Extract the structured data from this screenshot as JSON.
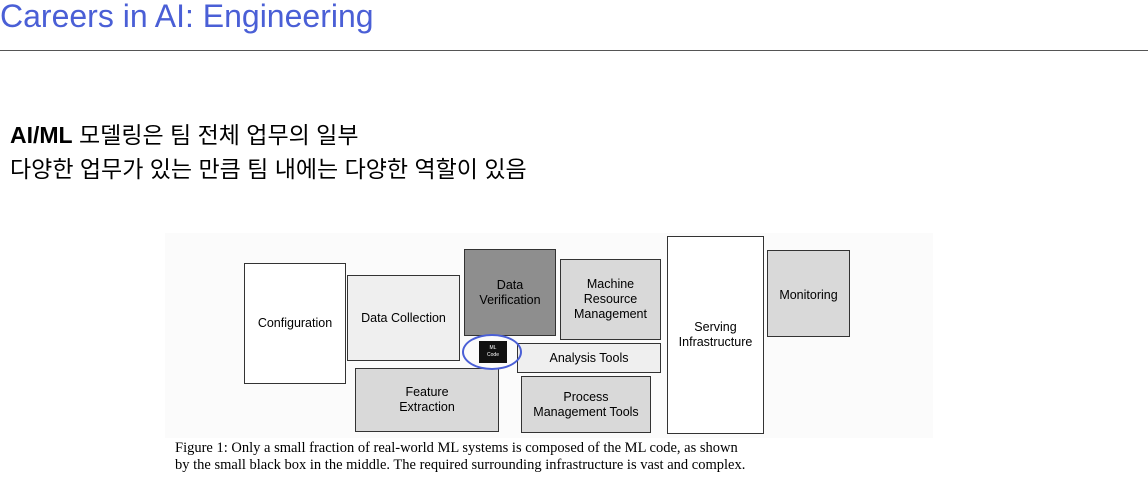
{
  "slide": {
    "title": "Careers in AI: Engineering",
    "headline1_bold": "AI/ML",
    "headline1_rest": " 모델링은 팀 전체 업무의 일부",
    "headline2": "다양한 업무가 있는 만큼 팀 내에는 다양한 역할이 있음"
  },
  "figure": {
    "boxes": {
      "configuration": "Configuration",
      "data_collection": "Data Collection",
      "data_verification": [
        "Data",
        "Verification"
      ],
      "machine_resource_management": [
        "Machine",
        "Resource",
        "Management"
      ],
      "serving_infrastructure": [
        "Serving",
        "Infrastructure"
      ],
      "monitoring": "Monitoring",
      "analysis_tools": "Analysis Tools",
      "feature_extraction": [
        "Feature",
        "Extraction"
      ],
      "process_management_tools": [
        "Process",
        "Management Tools"
      ],
      "ml_code": [
        "ML",
        "Code"
      ]
    },
    "caption_line1": "Figure 1: Only a small fraction of real-world ML systems is composed of the ML code, as shown",
    "caption_line2": "by the small black box in the middle. The required surrounding infrastructure is vast and complex.",
    "colors": {
      "title": "#4a5fd6",
      "highlight_ellipse": "#4a5fd6",
      "dark_box": "#8e8e8e",
      "mid_box": "#d9d9d9",
      "light_box": "#efefef",
      "ml_code_box": "#111111"
    }
  }
}
